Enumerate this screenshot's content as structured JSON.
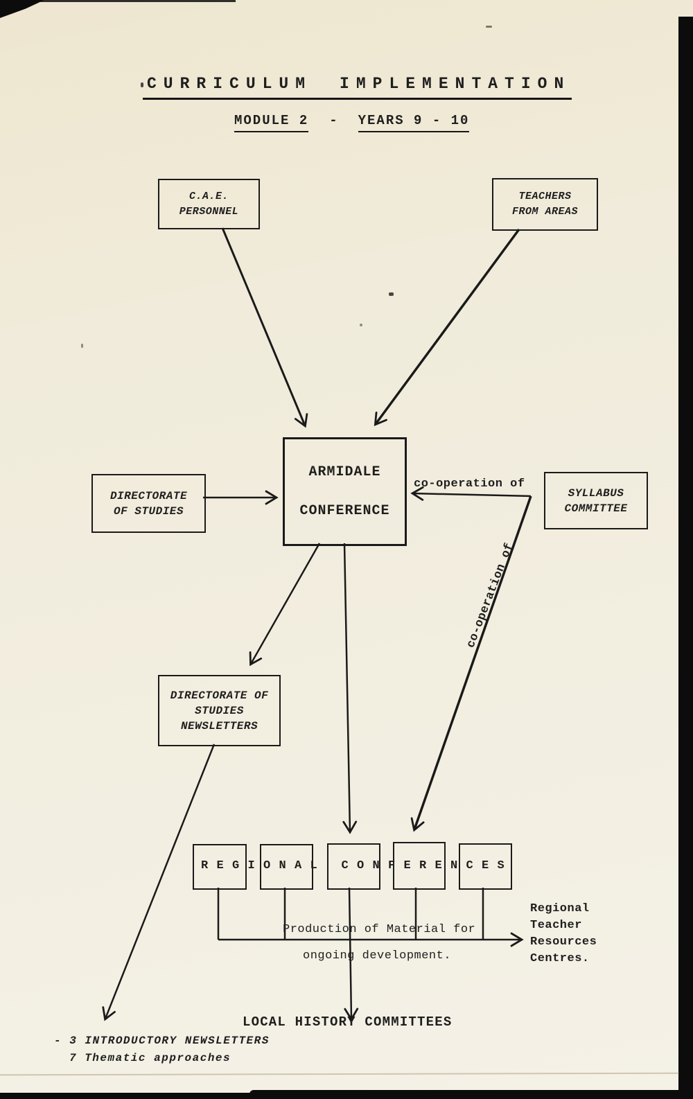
{
  "header": {
    "title_word1": "CURRICULUM",
    "title_word2": "IMPLEMENTATION",
    "subtitle_module": "MODULE 2",
    "subtitle_dash": "-",
    "subtitle_years": "YEARS 9 - 10"
  },
  "nodes": {
    "cae_personnel": {
      "line1": "C.A.E.",
      "line2": "PERSONNEL"
    },
    "teachers_from_areas": {
      "line1": "TEACHERS",
      "line2": "FROM AREAS"
    },
    "armidale_conference": {
      "line1": "ARMIDALE",
      "line2": "CONFERENCE"
    },
    "directorate_of_studies": {
      "line1": "DIRECTORATE",
      "line2": "OF STUDIES"
    },
    "syllabus_committee": {
      "line1": "SYLLABUS",
      "line2": "COMMITTEE"
    },
    "directorate_newsletters": {
      "line1": "DIRECTORATE OF",
      "line2": "STUDIES",
      "line3": "NEWSLETTERS"
    },
    "regional_conferences_label": "REGIONAL CONFERENCES"
  },
  "edges": {
    "cooperation_horizontal": "co-operation of",
    "cooperation_diagonal": "co-operation of"
  },
  "annotations": {
    "production_line1": "Production of Material for",
    "production_line2": "ongoing development.",
    "rtrc_line1": "Regional",
    "rtrc_line2": "Teacher",
    "rtrc_line3": "Resources",
    "rtrc_line4": "Centres.",
    "local_history": "LOCAL HISTORY COMMITTEES",
    "footnote_line1": "- 3 INTRODUCTORY NEWSLETTERS",
    "footnote_line2": "7 Thematic approaches"
  },
  "colors": {
    "paper": "#f0ebda",
    "ink": "#1b1b1b",
    "scan_border": "#0c0c0c"
  }
}
